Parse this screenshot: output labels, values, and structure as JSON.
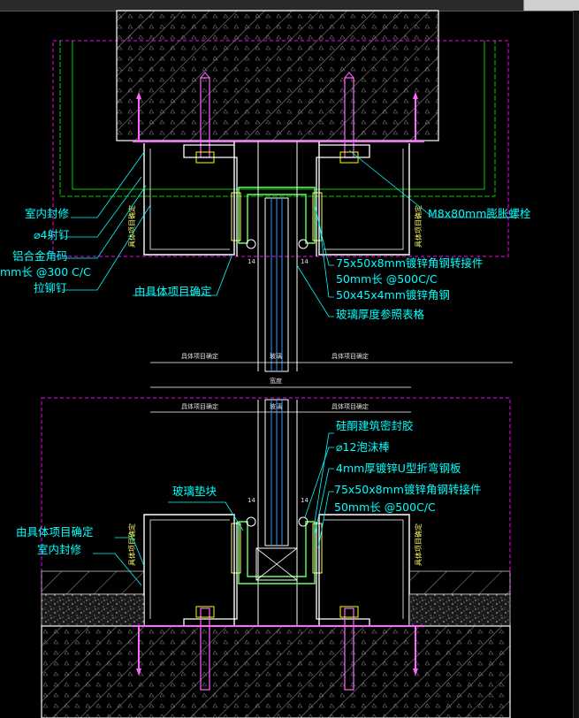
{
  "labels": {
    "indoor_finish_top": "室内封修",
    "shooting_nail": "⌀4射钉",
    "alu_angle": "铝合金角码",
    "alu_angle_len": "mm长 @300 C/C",
    "rivet": "拉铆钉",
    "expansion_bolt": "M8x80mm膨胀螺栓",
    "connector_top": "75x50x8mm镀锌角钢转接件",
    "connector_top_len": "50mm长 @500C/C",
    "angle_steel": "50x45x4mm镀锌角钢",
    "glass_thickness": "玻璃厚度参照表格",
    "by_project_top": "由具体项目确定",
    "silicone": "硅酮建筑密封胶",
    "foam_rod": "⌀12泡沫棒",
    "u_plate": "4mm厚镀锌U型折弯钢板",
    "connector_bottom": "75x50x8mm镀锌角钢转接件",
    "connector_bottom_len": "50mm长 @500C/C",
    "glass_block": "玻璃垫块",
    "by_project_bottom": "由具体项目确定",
    "indoor_finish_bottom": "室内封修"
  },
  "dims": {
    "top_left": "具体项目确定",
    "top_mid": "玻璃",
    "top_right": "具体项目确定",
    "total": "宽度",
    "bot_left": "具体项目确定",
    "bot_mid": "玻璃",
    "bot_right": "具体项目确定",
    "gap_14a": "14",
    "gap_14b": "14",
    "gap_14c": "14",
    "gap_14d": "14",
    "v_left_top": "具体项目确定",
    "v_right_top": "具体项目确定",
    "v_left_bot": "具体项目确定",
    "v_right_bot": "具体项目确定"
  },
  "colors": {
    "background": "#000000",
    "annotation": "#00ffff",
    "steel": "#ffffff",
    "bolt": "#ff66ff",
    "sealant": "#66ff66",
    "hatch": "#bfbfbf",
    "frame": "#ff00ff",
    "wall_outline": "#00cc00",
    "leader": "#00ffff"
  }
}
